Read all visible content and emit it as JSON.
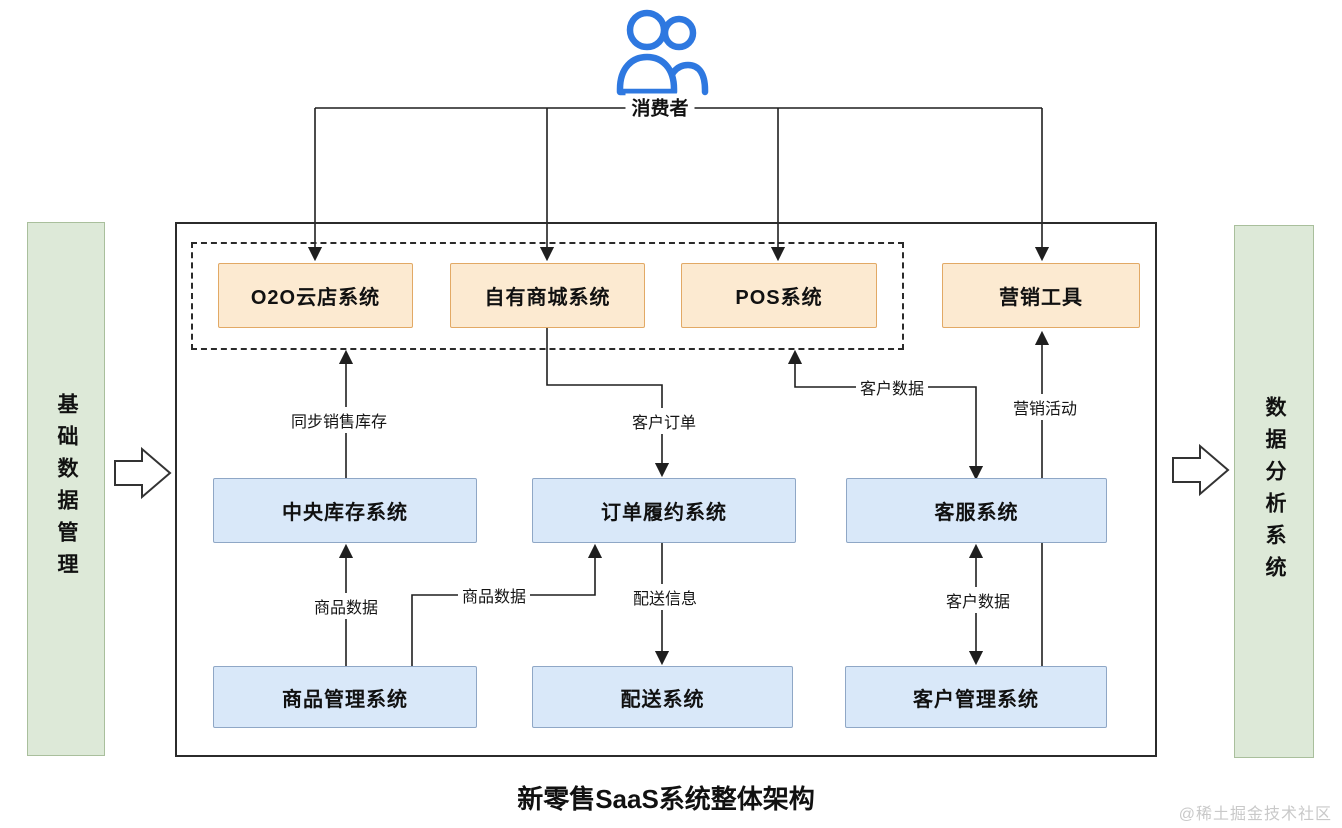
{
  "colors": {
    "line": "#1f1f1f",
    "channel_fill": "#fcead1",
    "channel_border": "#e2a965",
    "system_fill": "#d9e8f9",
    "system_border": "#8fa7c6",
    "side_fill": "#dde9d8",
    "side_border": "#a9bf9c",
    "consumer_icon": "#2e78e0",
    "watermark": "#c9c9c9"
  },
  "consumer": {
    "icon": "two-users-icon",
    "label": "消费者"
  },
  "side_panels": {
    "left": {
      "label": "基础数据管理"
    },
    "right": {
      "label": "数据分析系统"
    }
  },
  "channel_row": [
    {
      "label": "O2O云店系统"
    },
    {
      "label": "自有商城系统"
    },
    {
      "label": "POS系统"
    },
    {
      "label": "营销工具"
    }
  ],
  "middle_row": [
    {
      "label": "中央库存系统"
    },
    {
      "label": "订单履约系统"
    },
    {
      "label": "客服系统"
    }
  ],
  "bottom_row": [
    {
      "label": "商品管理系统"
    },
    {
      "label": "配送系统"
    },
    {
      "label": "客户管理系统"
    }
  ],
  "edge_labels": {
    "sync_inventory": "同步销售库存",
    "customer_order": "客户订单",
    "customer_data_pos": "客户数据",
    "marketing_campaign": "营销活动",
    "product_data_inventory": "商品数据",
    "product_data_fulfillment": "商品数据",
    "delivery_info": "配送信息",
    "customer_data_crm": "客户数据"
  },
  "caption": "新零售SaaS系统整体架构",
  "watermark": "@稀土掘金技术社区"
}
